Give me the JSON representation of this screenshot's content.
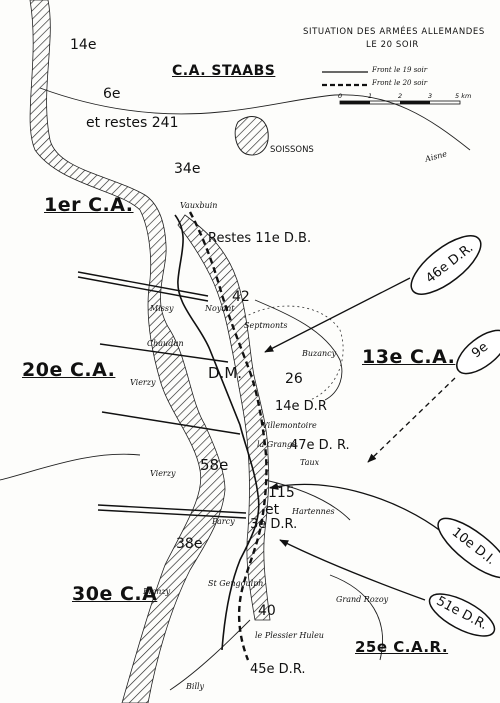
{
  "legend": {
    "title_line1": "SITUATION DES ARMÉES ALLEMANDES",
    "title_line2": "LE 20 SOIR",
    "front_19": "Front le 19 soir",
    "front_20": "Front le 20 soir",
    "scale_ticks": [
      "0",
      "1",
      "2",
      "3",
      "5 km"
    ]
  },
  "corps": {
    "staabs": "C.A. STAABS",
    "c1": "1er C.A.",
    "c20": "20e C.A.",
    "c13": "13e C.A.",
    "c30": "30e C.A",
    "c25": "25e C.A.R."
  },
  "units": {
    "u14": "14e",
    "u6": "6e",
    "restes241": "et restes 241",
    "u34": "34e",
    "restes11": "Restes 11e D.B.",
    "u42": "42",
    "u26": "26",
    "dm": "D.M.",
    "d14": "14e D.R",
    "d47": "47e D. R.",
    "u58": "58e",
    "u115": "115",
    "et": "et",
    "d3": "3e D.R.",
    "u38": "38e",
    "u40": "40",
    "d45": "45e D.R."
  },
  "ovals": {
    "d46": "46e D.R.",
    "d9": "9e",
    "d10": "10e D.I.",
    "d51": "51e D.R."
  },
  "towns": {
    "soissons": "SOISSONS",
    "aisne": "Aisne",
    "vauxbuin": "Vauxbuin",
    "missy": "Missy",
    "noyant": "Noyant",
    "septmonts": "Septmonts",
    "buzancy": "Buzancy",
    "chaudun": "Chaudun",
    "vierzy": "Vierzy",
    "villemontoire": "Villemontoire",
    "lagrange": "la Grange",
    "taux": "Taux",
    "hartennes": "Hartennes",
    "parcy": "Parcy",
    "blanzy": "Blanzy",
    "stgengoulph": "St Gengoulph",
    "grozoy": "Grand Rozoy",
    "plessier": "le Plessier Huleu",
    "billy": "Billy"
  }
}
